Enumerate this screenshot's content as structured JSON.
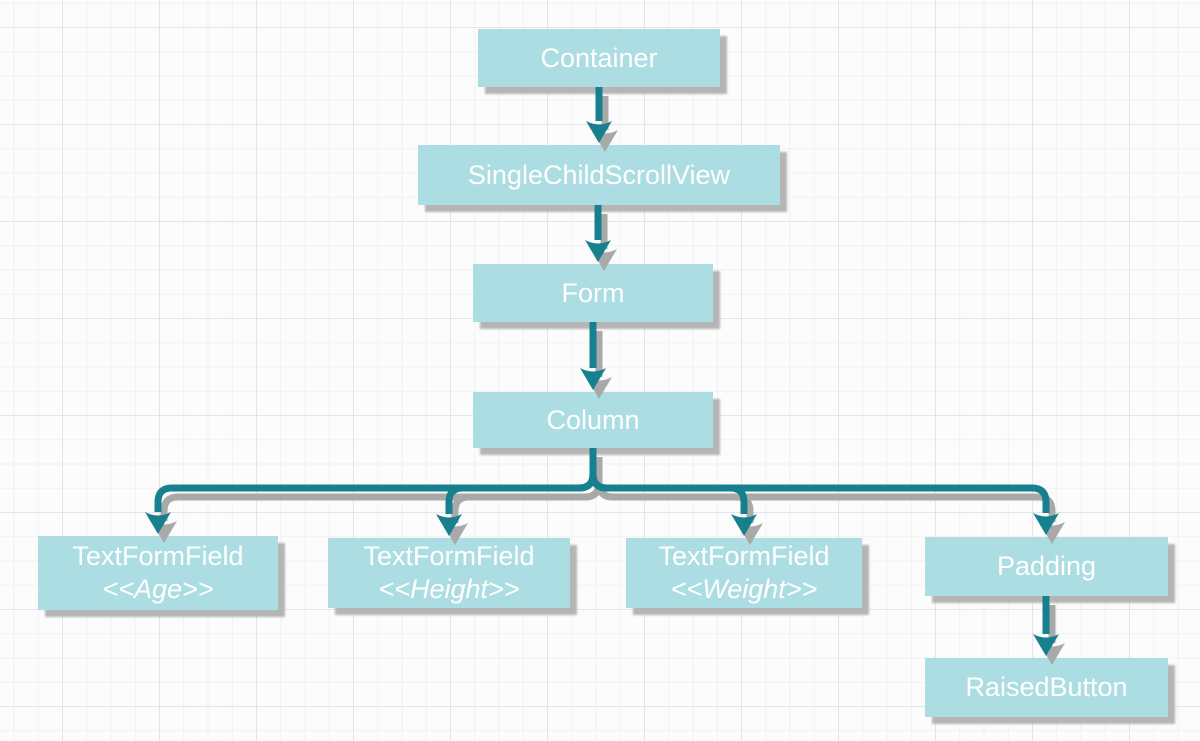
{
  "diagram": {
    "description": "Flutter widget tree flowchart",
    "nodes": {
      "container": {
        "label": "Container"
      },
      "scrollview": {
        "label": "SingleChildScrollView"
      },
      "form": {
        "label": "Form"
      },
      "column": {
        "label": "Column"
      },
      "age": {
        "label": "TextFormField",
        "stereotype": "<<Age>>"
      },
      "height": {
        "label": "TextFormField",
        "stereotype": "<<Height>>"
      },
      "weight": {
        "label": "TextFormField",
        "stereotype": "<<Weight>>"
      },
      "padding": {
        "label": "Padding"
      },
      "raisedbutton": {
        "label": "RaisedButton"
      }
    },
    "edges": [
      {
        "from": "Container",
        "to": "SingleChildScrollView"
      },
      {
        "from": "SingleChildScrollView",
        "to": "Form"
      },
      {
        "from": "Form",
        "to": "Column"
      },
      {
        "from": "Column",
        "to": "TextFormField <<Age>>"
      },
      {
        "from": "Column",
        "to": "TextFormField <<Height>>"
      },
      {
        "from": "Column",
        "to": "TextFormField <<Weight>>"
      },
      {
        "from": "Column",
        "to": "Padding"
      },
      {
        "from": "Padding",
        "to": "RaisedButton"
      }
    ],
    "colors": {
      "node_fill": "#abdde2",
      "node_text": "#ffffff",
      "connector": "#16808e",
      "shadow": "#b5b5b5",
      "background": "#fcfcfc",
      "grid_minor": "#f1f1f4",
      "grid_major": "#e4e4e8"
    }
  }
}
